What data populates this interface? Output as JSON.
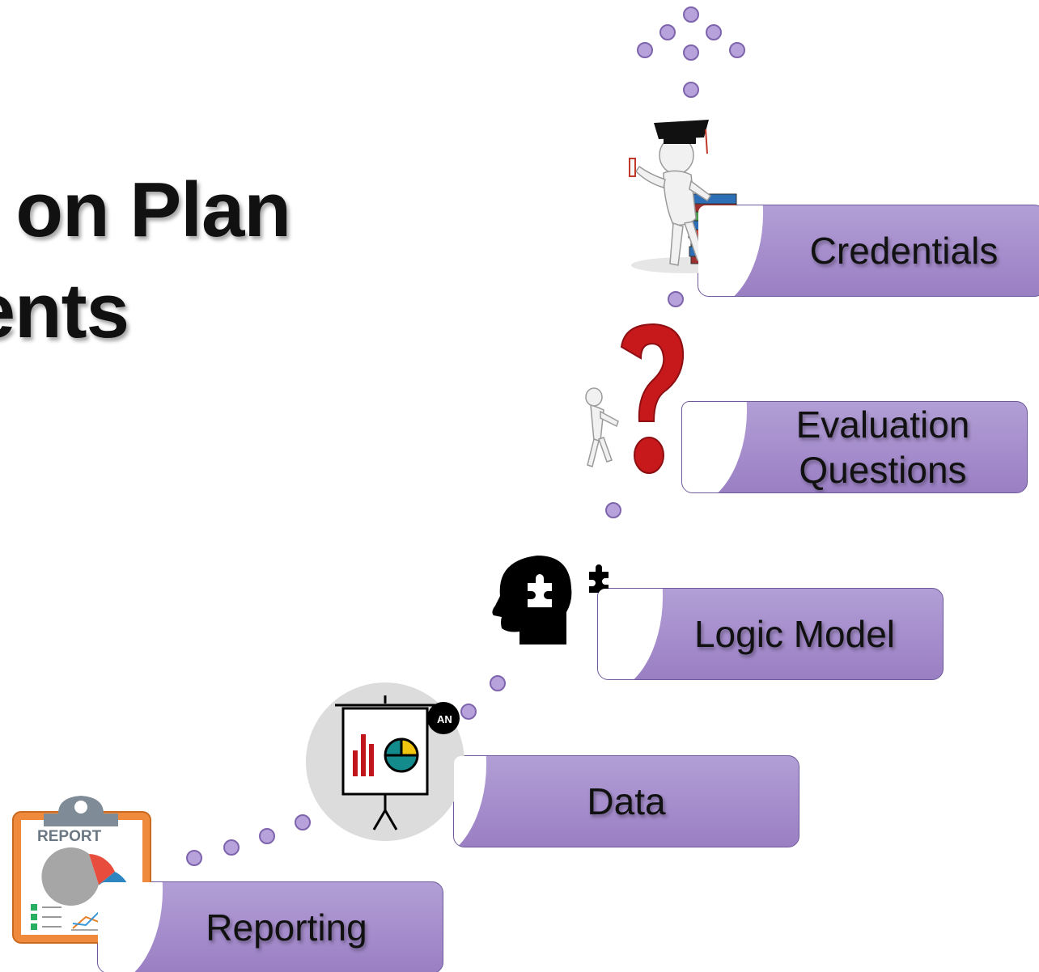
{
  "title": {
    "line1": "on Plan",
    "line2": "ents"
  },
  "steps": {
    "reporting": "Reporting",
    "data": "Data",
    "logic_model": "Logic Model",
    "evaluation_questions_line1": "Evaluation",
    "evaluation_questions_line2": "Questions",
    "credentials": "Credentials"
  },
  "icons": {
    "report_label": "REPORT",
    "presentation_badge": "AN"
  },
  "colors": {
    "step_fill": "#a48bcb",
    "step_border": "#6f5a99",
    "dot_fill": "#b7a2dc",
    "dot_stroke": "#7e64ad"
  }
}
